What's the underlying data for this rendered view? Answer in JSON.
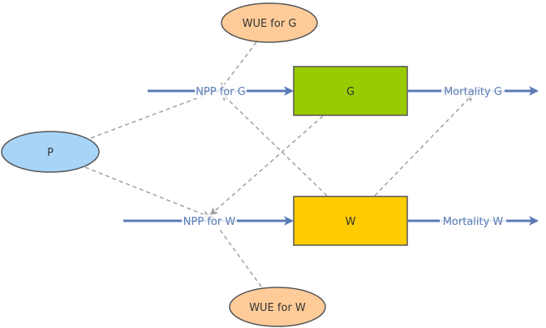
{
  "diagram": {
    "nodes": {
      "wue_g": {
        "label": "WUE for G",
        "fill": "#ffcc99"
      },
      "wue_w": {
        "label": "WUE for W",
        "fill": "#ffcc99"
      },
      "p": {
        "label": "P",
        "fill": "#a8d4f8"
      },
      "g": {
        "label": "G",
        "fill": "#99cc00"
      },
      "w": {
        "label": "W",
        "fill": "#ffcc00"
      }
    },
    "flows": {
      "npp_g": {
        "label": "NPP for G"
      },
      "npp_w": {
        "label": "NPP for W"
      },
      "mort_g": {
        "label": "Mortality G"
      },
      "mort_w": {
        "label": "Mortality W"
      }
    },
    "colors": {
      "flow": "#5b7bb6",
      "dashed": "#a0a0a0",
      "stroke": "#555555"
    }
  }
}
